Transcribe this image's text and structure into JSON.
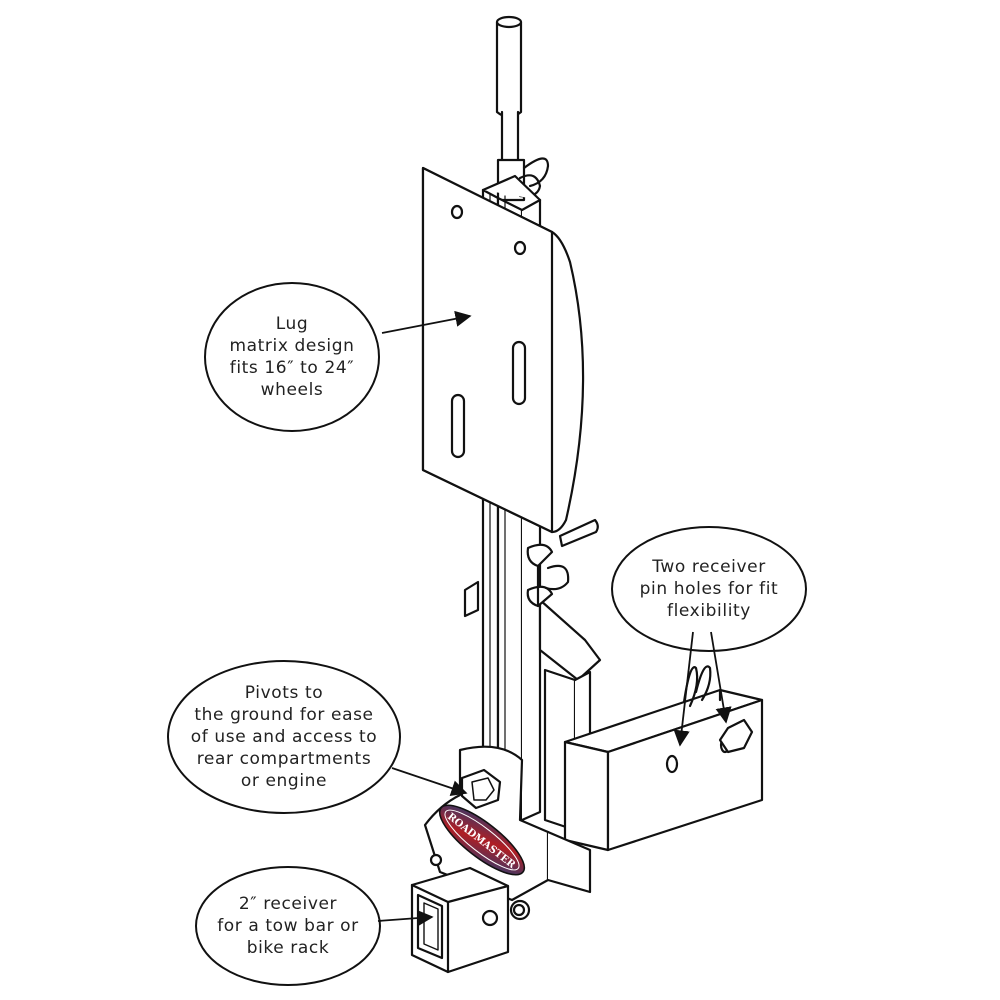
{
  "callouts": {
    "lug": [
      "Lug",
      "matrix design",
      "fits 16″ to 24″",
      "wheels"
    ],
    "receiver_pins": [
      "Two receiver",
      "pin holes for fit",
      "flexibility"
    ],
    "pivot": [
      "Pivots to",
      "the ground for ease",
      "of use and access to",
      "rear compartments",
      "or engine"
    ],
    "receiver_2in": [
      "2″ receiver",
      "for a tow bar or",
      "bike rack"
    ]
  },
  "logo": {
    "text": "ROADMASTER",
    "colors": {
      "red": "#b01e23",
      "blue": "#1e3f7a"
    }
  },
  "colors": {
    "line": "#111111",
    "background": "#ffffff"
  }
}
